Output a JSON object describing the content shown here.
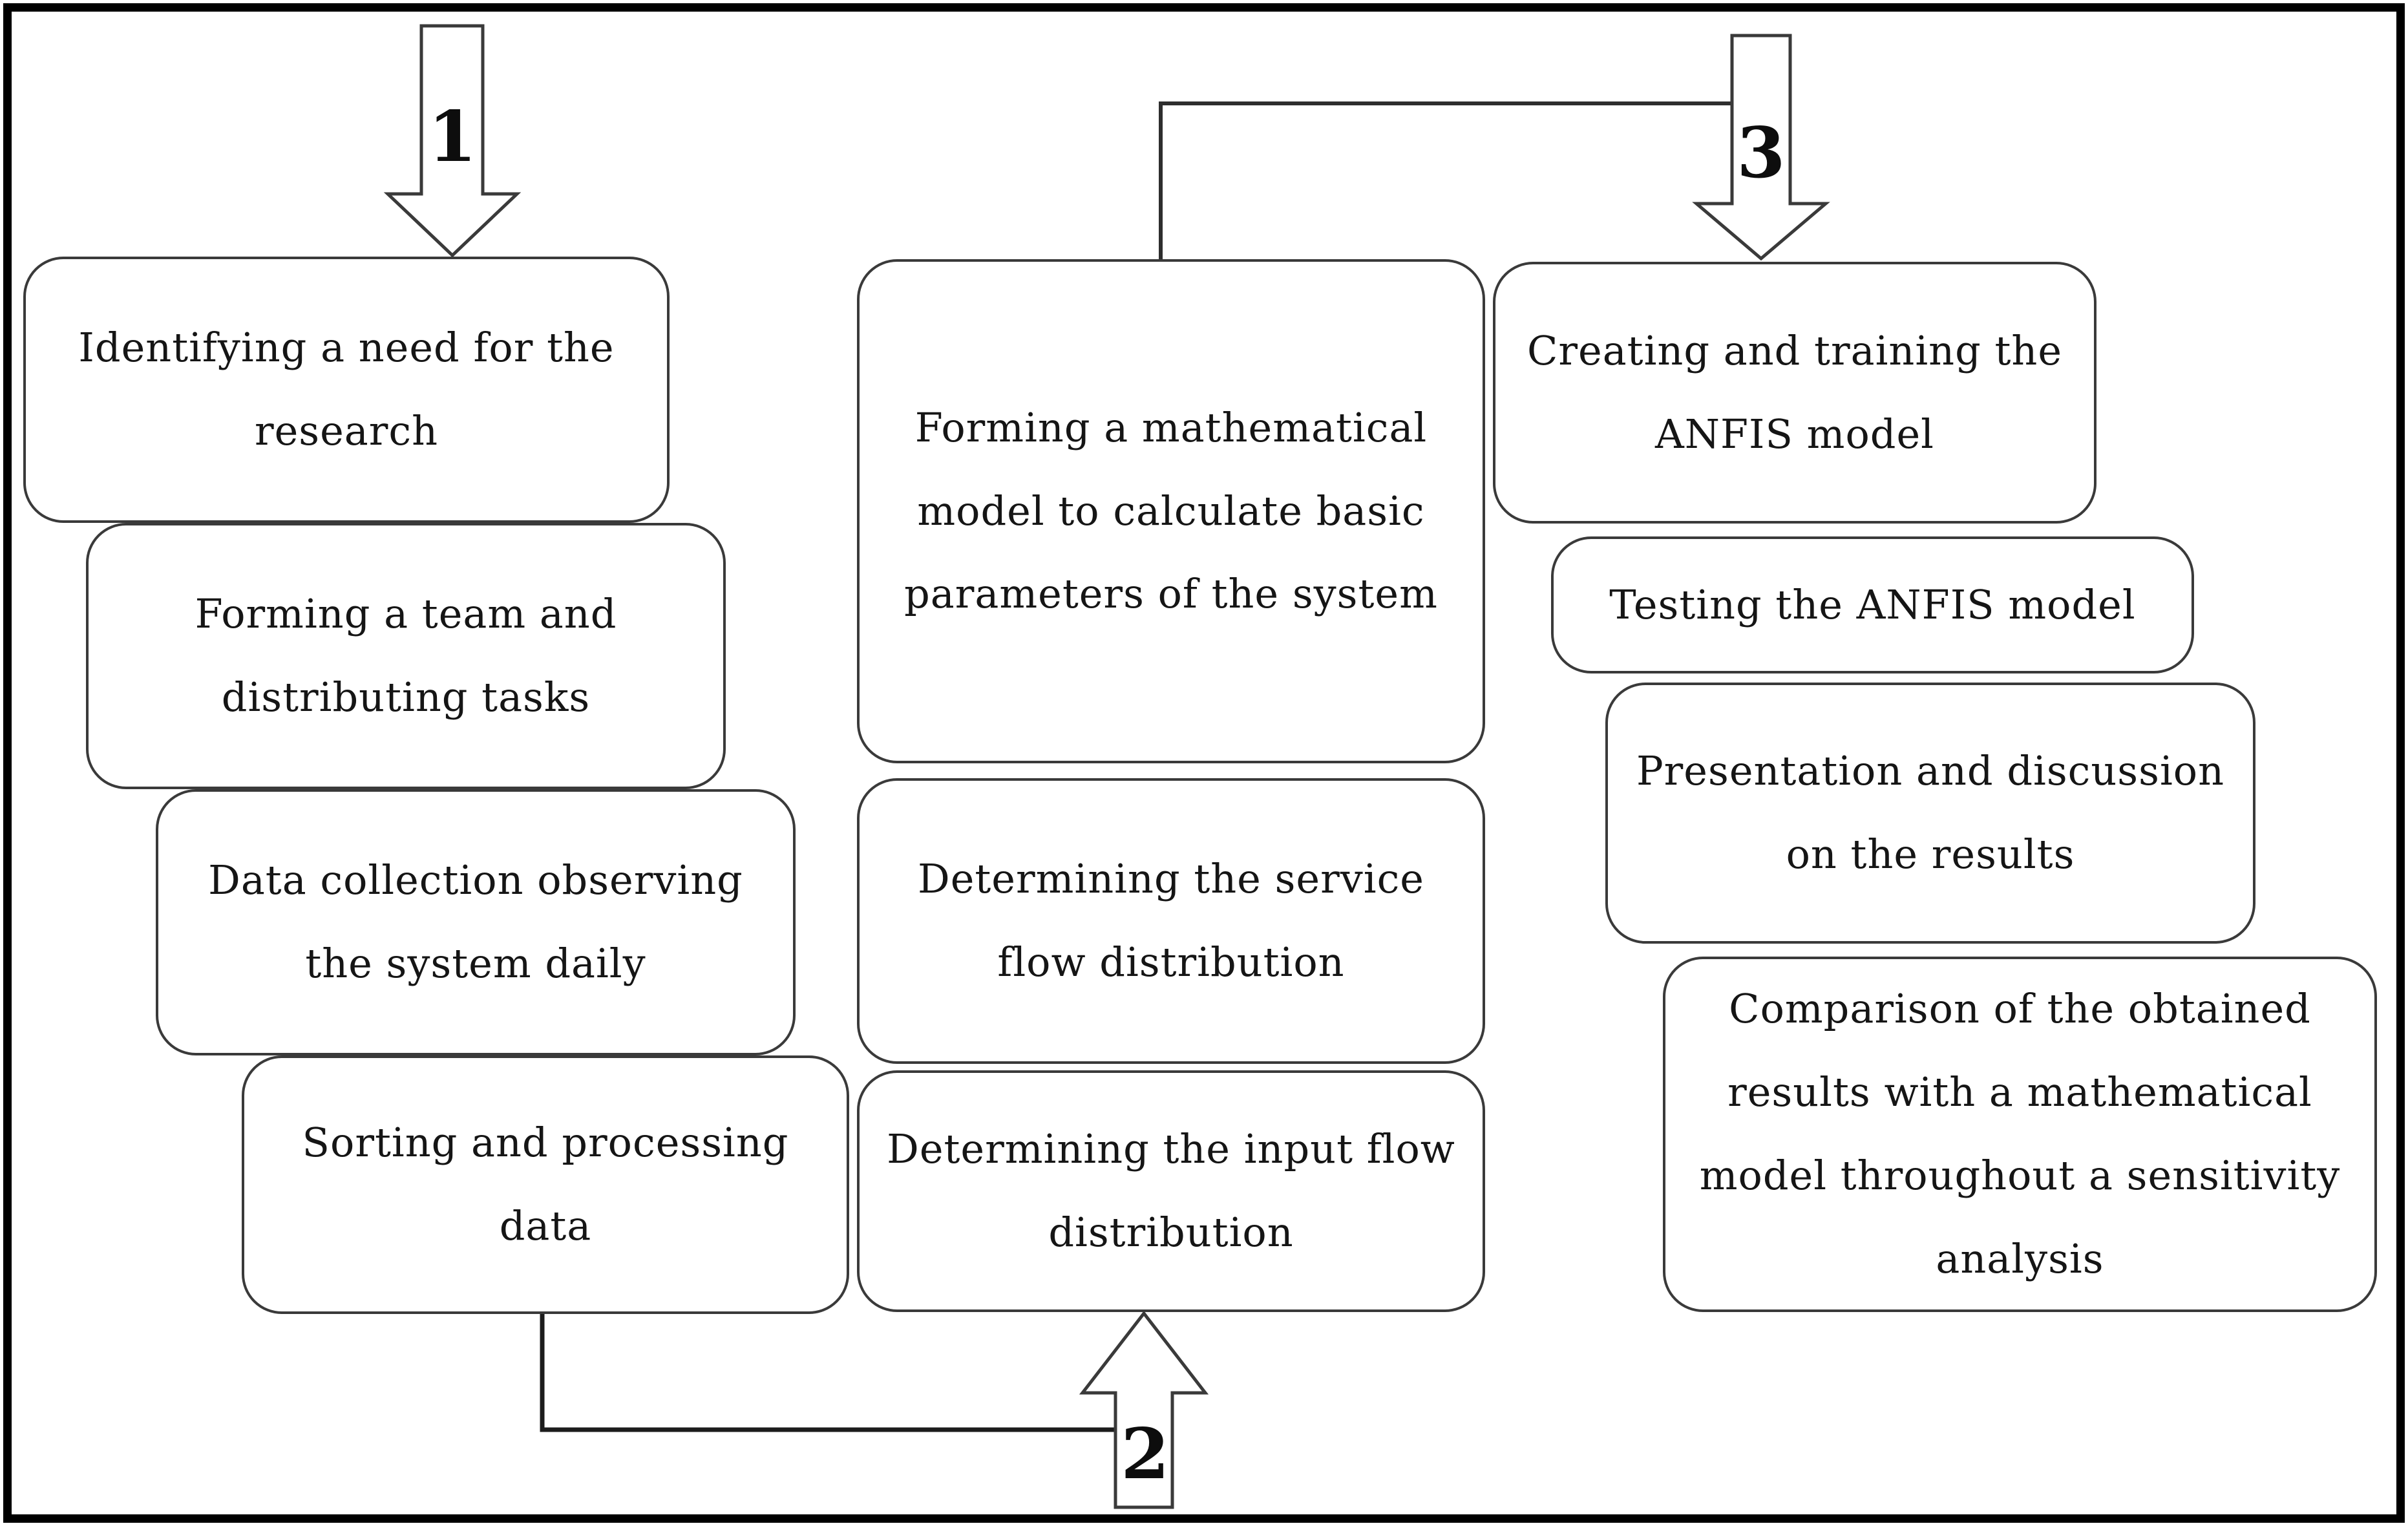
{
  "diagram": {
    "background_color": "#ffffff",
    "stroke_color": "#3a3a3a",
    "text_color": "#151515",
    "arrow_labels": {
      "step1": "1",
      "step2": "2",
      "step3": "3"
    },
    "boxes": {
      "identify_need": "Identifying a need for the\nresearch",
      "forming_team": "Forming a team and\ndistributing tasks",
      "data_collection": "Data collection observing\nthe system daily",
      "sorting_data": "Sorting and processing\ndata",
      "math_model": "Forming a mathematical\nmodel to calculate basic\nparameters of the system",
      "service_flow": "Determining the service\nflow distribution",
      "input_flow": "Determining the input flow\ndistribution",
      "anfis_create": "Creating and training the\nANFIS model",
      "anfis_test": "Testing the ANFIS model",
      "presentation": "Presentation and discussion\non the results",
      "comparison": "Comparison of the obtained\nresults with a mathematical\nmodel throughout a sensitivity\nanalysis"
    }
  }
}
